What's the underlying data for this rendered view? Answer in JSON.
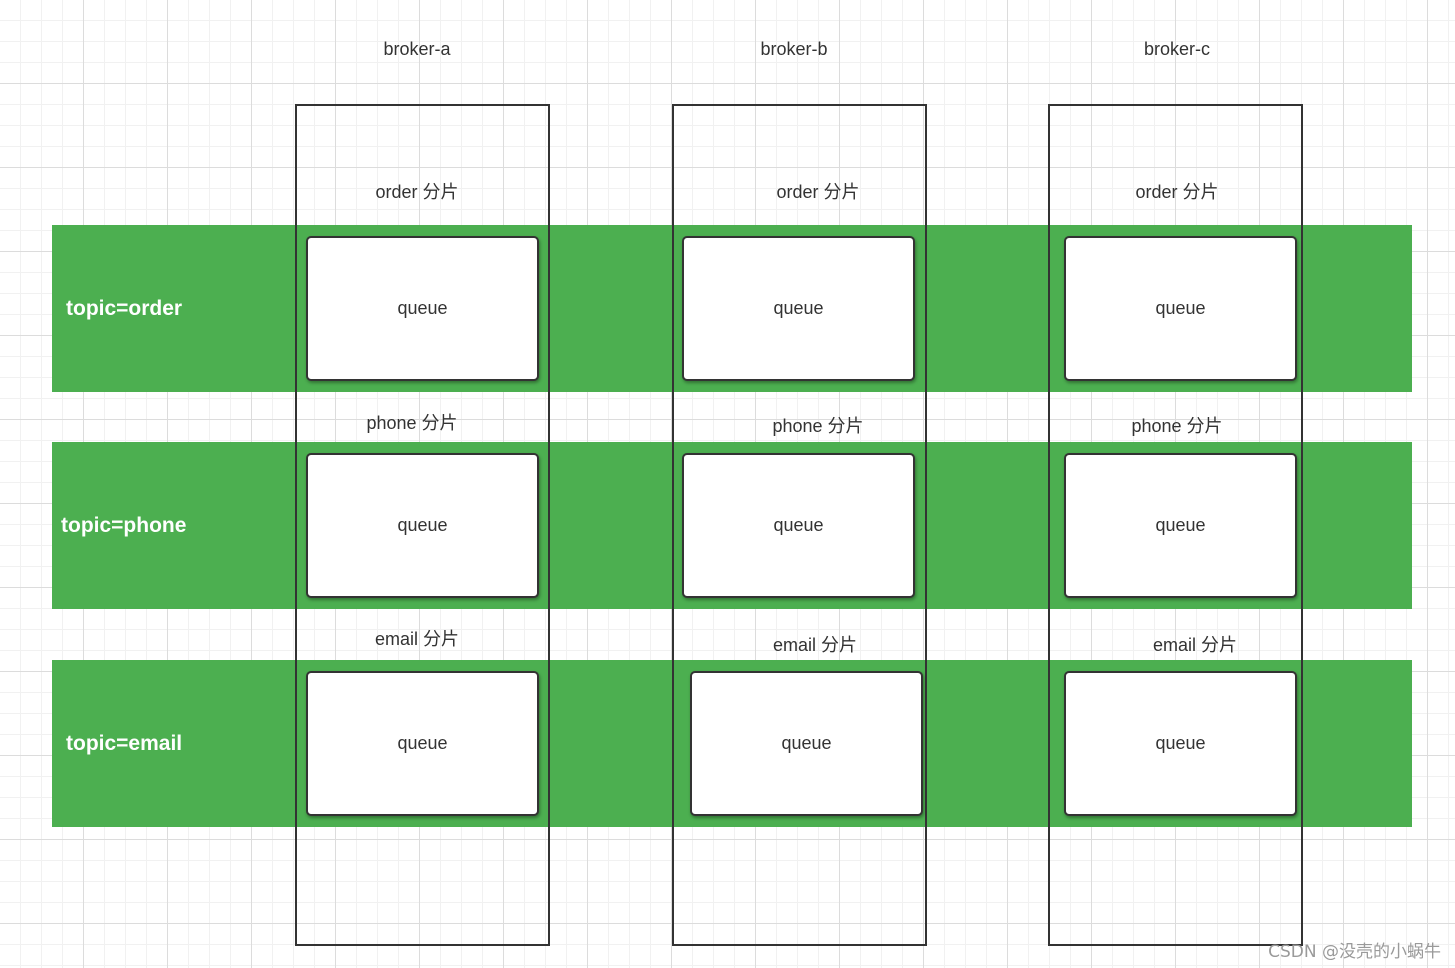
{
  "brokers": [
    {
      "name": "broker-a"
    },
    {
      "name": "broker-b"
    },
    {
      "name": "broker-c"
    }
  ],
  "topics": [
    {
      "label": "topic=order"
    },
    {
      "label": "topic=phone"
    },
    {
      "label": "topic=email"
    }
  ],
  "shards": {
    "order": [
      "order 分片",
      "order 分片",
      "order 分片"
    ],
    "phone": [
      "phone 分片",
      "phone 分片",
      "phone 分片"
    ],
    "email": [
      "email 分片",
      "email 分片",
      "email 分片"
    ]
  },
  "queue_label": "queue",
  "watermark": "CSDN @没壳的小蜗牛",
  "colors": {
    "band": "#4caf50",
    "border": "#333333",
    "text": "#333333"
  }
}
